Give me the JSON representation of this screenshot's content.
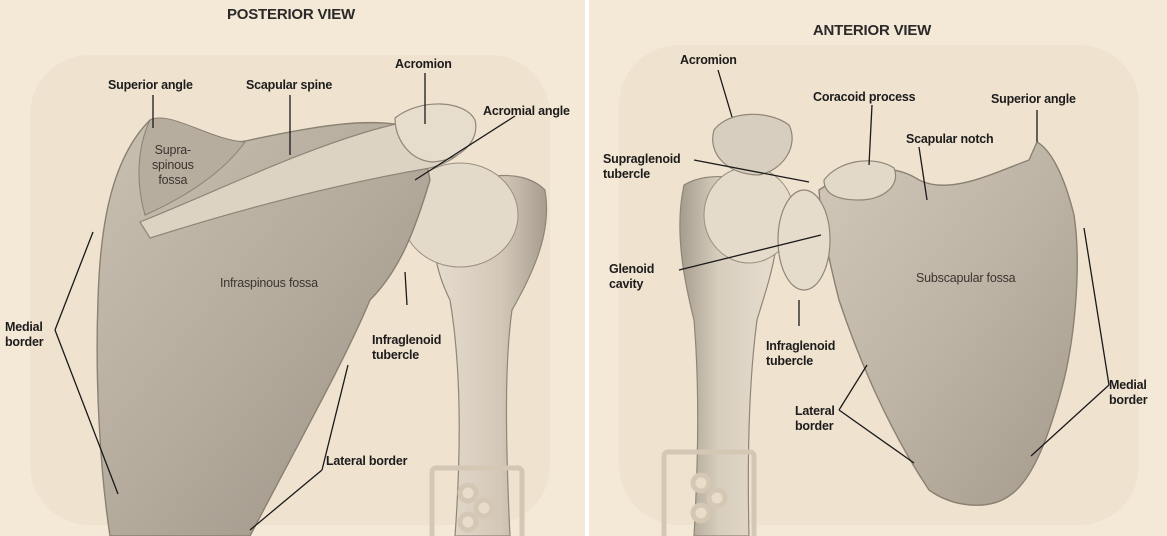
{
  "posterior": {
    "title": "POSTERIOR VIEW",
    "labels": {
      "superior_angle": "Superior angle",
      "scapular_spine": "Scapular spine",
      "acromion": "Acromion",
      "acromial_angle": "Acromial angle",
      "supraspinous_fossa": "Supra-\nspinous\nfossa",
      "infraspinous_fossa": "Infraspinous fossa",
      "infraglenoid_tubercle": "Infraglenoid\ntubercle",
      "medial_border": "Medial\nborder",
      "lateral_border": "Lateral border"
    }
  },
  "anterior": {
    "title": "ANTERIOR VIEW",
    "labels": {
      "acromion": "Acromion",
      "coracoid_process": "Coracoid process",
      "superior_angle": "Superior angle",
      "scapular_notch": "Scapular notch",
      "supraglenoid_tubercle": "Supraglenoid\ntubercle",
      "glenoid_cavity": "Glenoid\ncavity",
      "subscapular_fossa": "Subscapular fossa",
      "infraglenoid_tubercle": "Infraglenoid\ntubercle",
      "lateral_border": "Lateral\nborder",
      "medial_border": "Medial\nborder"
    }
  },
  "colors": {
    "background": "#f4e8d6",
    "bone_light": "#e9dfd0",
    "bone_mid": "#cfc3b2",
    "bone_shadow": "#9e9587",
    "leader_line": "#1a1a1a"
  }
}
